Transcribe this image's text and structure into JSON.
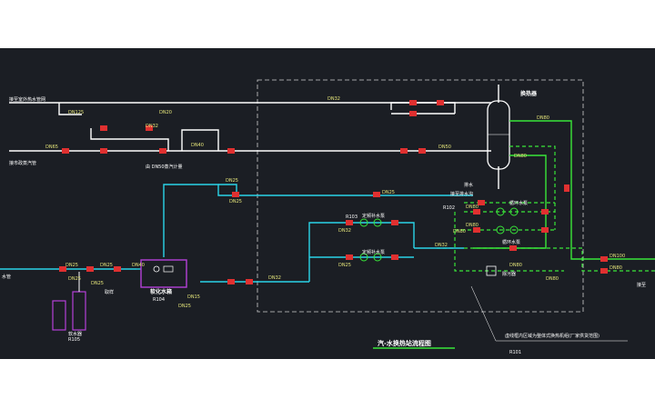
{
  "labels": {
    "outdoor_network": "接至室外热水管网",
    "steam_in": "接市政蒸汽管",
    "steam_meter": "由 DN50蒸汽计量",
    "exchanger": "换热器",
    "drain": "排水",
    "drain_ditch": "接至排水沟",
    "r103": "R103",
    "r102": "R102",
    "r104": "R104",
    "r105": "R105",
    "r101": "R101",
    "water_tank": "软化水箱",
    "softener": "软水器",
    "water_pipe": "水管",
    "sampling": "取样",
    "makeup_pump_1": "定频补水泵",
    "makeup_pump_2": "定频补水泵",
    "circ_pump_1": "循环水泵",
    "circ_pump_2": "循环水泵",
    "dirt_sep": "除污器",
    "to_right": "接至",
    "diagram_title": "汽-水换热站流程图",
    "footnote": "虚线框内区域为整体式换热机组(厂家供货范围)"
  },
  "pipe_sizes": {
    "dn125": "DN125",
    "dn32_a": "DN32",
    "dn65": "DN65",
    "dn40": "DN40",
    "dn32_b": "DN32",
    "dn50": "DN50",
    "dn80": "DN80",
    "dn25_a": "DN25",
    "dn25_b": "DN25",
    "dn25_c": "DN25",
    "dn25_d": "DN25",
    "dn40_b": "DN40",
    "dn32_c": "DN32",
    "dn25_e": "DN25",
    "dn32_d": "DN32",
    "dn32_e": "DN32",
    "dn80_b": "DN80",
    "dn80_c": "DN80",
    "dn80_d": "DN80",
    "dn100": "DN100",
    "dn80_e": "DN80",
    "dn80_f": "DN80",
    "dn80_g": "DN80",
    "dn80_h": "DN80",
    "dn25_f": "DN25",
    "dn25_g": "DN25",
    "dn15": "DN15",
    "dn25_h": "DN25",
    "dn25_i": "DN25",
    "dn20": "DN20"
  },
  "colors": {
    "background": "#1b1e24",
    "steam": "#ffffff",
    "supply": "#39e639",
    "makeup": "#2ad4e8",
    "valve": "#e03030",
    "boundary": "#d0d0d0",
    "title_underline": "#39e639"
  }
}
